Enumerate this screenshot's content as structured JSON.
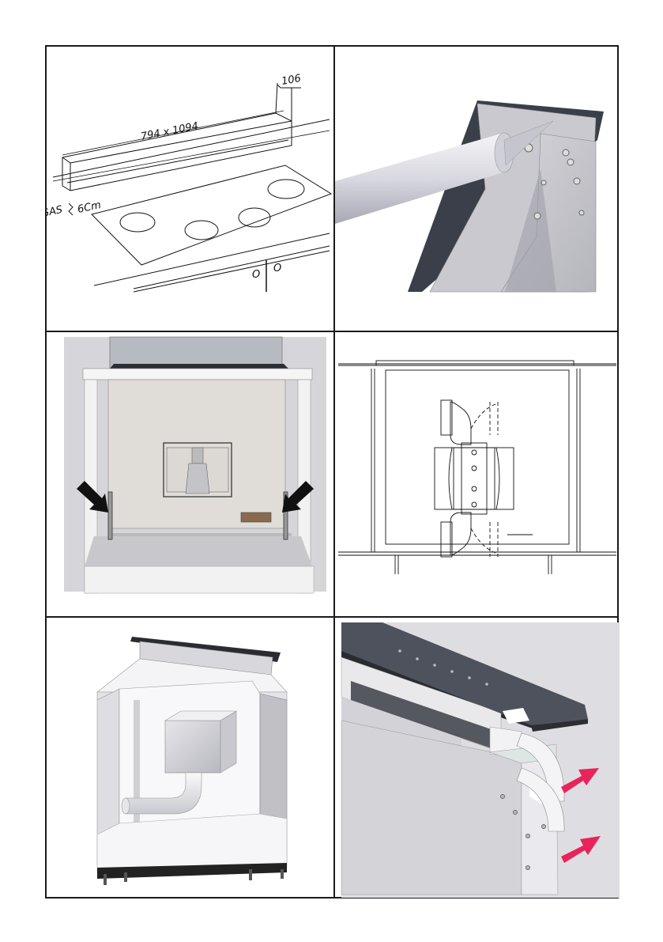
{
  "panels": {
    "cutout": {
      "dimension_main": "794  x  1094",
      "dimension_depth": "106",
      "gas_label": "GAS",
      "gap_label": "6Cm",
      "knob_label_left": "O",
      "knob_label_right": "O"
    },
    "sealant": {},
    "cabinet_front": {},
    "fan_diagram": {},
    "cabinet_duct": {},
    "outlet_arrows": {
      "arrow_color": "#e8245a"
    }
  }
}
